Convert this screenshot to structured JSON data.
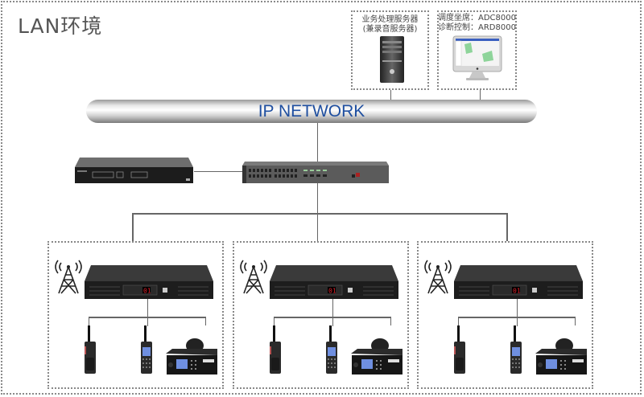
{
  "title": "LAN环境",
  "network": {
    "label": "IP NETWORK"
  },
  "server": {
    "line1": "业务处理服务器",
    "line2": "(兼录音服务器)"
  },
  "dispatch": {
    "line1": "调度坐席：ADC8000",
    "line2": "诊断控制：ARD8000"
  },
  "colors": {
    "network_text": "#1f4fa0",
    "repeater_display": "#e0202a",
    "radio_screen": "#6f8fe0"
  },
  "repeater": {
    "display": "01"
  },
  "sites": [
    {
      "id": "site-1"
    },
    {
      "id": "site-2"
    },
    {
      "id": "site-3"
    }
  ]
}
